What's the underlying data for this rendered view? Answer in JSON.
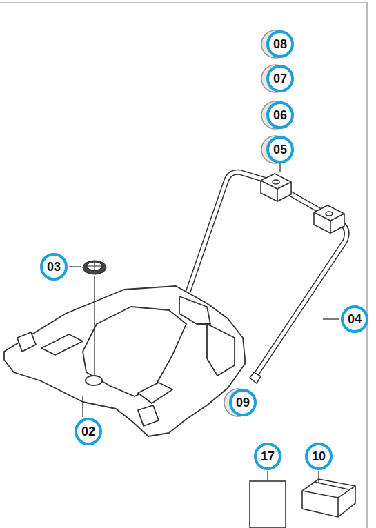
{
  "diagram": {
    "labels": [
      "08",
      "07",
      "06",
      "05",
      "03",
      "04",
      "09",
      "02",
      "17",
      "10"
    ]
  }
}
